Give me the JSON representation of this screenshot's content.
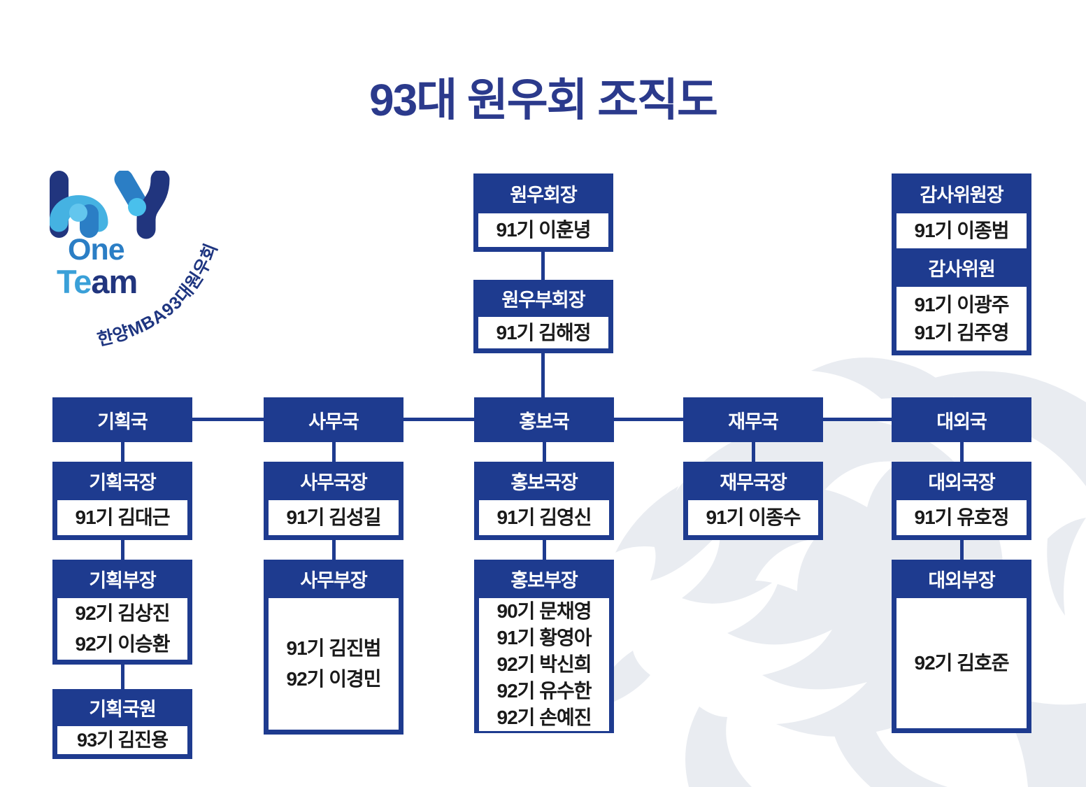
{
  "title": "93대 원우회 조직도",
  "logo": {
    "one": "One",
    "team_light": "Te",
    "team_dark": "am",
    "arc_text": "한양MBA93대원우회"
  },
  "colors": {
    "box_navy": "#1e3b8f",
    "title_navy": "#2b3a8c",
    "logo_light_blue": "#3aa0d8",
    "logo_mid_blue": "#2b7ec5",
    "logo_dark_blue": "#21357e",
    "watermark_gray": "#e9ecf1"
  },
  "top_chain": [
    {
      "role": "원우회장",
      "members": [
        "91기 이훈녕"
      ]
    },
    {
      "role": "원우부회장",
      "members": [
        "91기 김해정"
      ]
    }
  ],
  "audit": {
    "sections": [
      {
        "role": "감사위원장",
        "members": [
          "91기 이종범"
        ]
      },
      {
        "role": "감사위원",
        "members": [
          "91기 이광주",
          "91기 김주영"
        ]
      }
    ]
  },
  "departments": [
    {
      "name": "기획국",
      "units": [
        {
          "role": "기획국장",
          "members": [
            "91기 김대근"
          ]
        },
        {
          "role": "기획부장",
          "members": [
            "92기 김상진",
            "92기 이승환"
          ]
        },
        {
          "role": "기획국원",
          "members": [
            "93기 김진용"
          ]
        }
      ]
    },
    {
      "name": "사무국",
      "units": [
        {
          "role": "사무국장",
          "members": [
            "91기 김성길"
          ]
        },
        {
          "role": "사무부장",
          "members": [
            "91기 김진범",
            "92기 이경민"
          ]
        }
      ]
    },
    {
      "name": "홍보국",
      "units": [
        {
          "role": "홍보국장",
          "members": [
            "91기 김영신"
          ]
        },
        {
          "role": "홍보부장",
          "members": [
            "90기 문채영",
            "91기 황영아",
            "92기 박신희",
            "92기 유수한",
            "92기 손예진"
          ]
        }
      ]
    },
    {
      "name": "재무국",
      "units": [
        {
          "role": "재무국장",
          "members": [
            "91기 이종수"
          ]
        }
      ]
    },
    {
      "name": "대외국",
      "units": [
        {
          "role": "대외국장",
          "members": [
            "91기 유호정"
          ]
        },
        {
          "role": "대외부장",
          "members": [
            "92기 김호준"
          ]
        }
      ]
    }
  ]
}
